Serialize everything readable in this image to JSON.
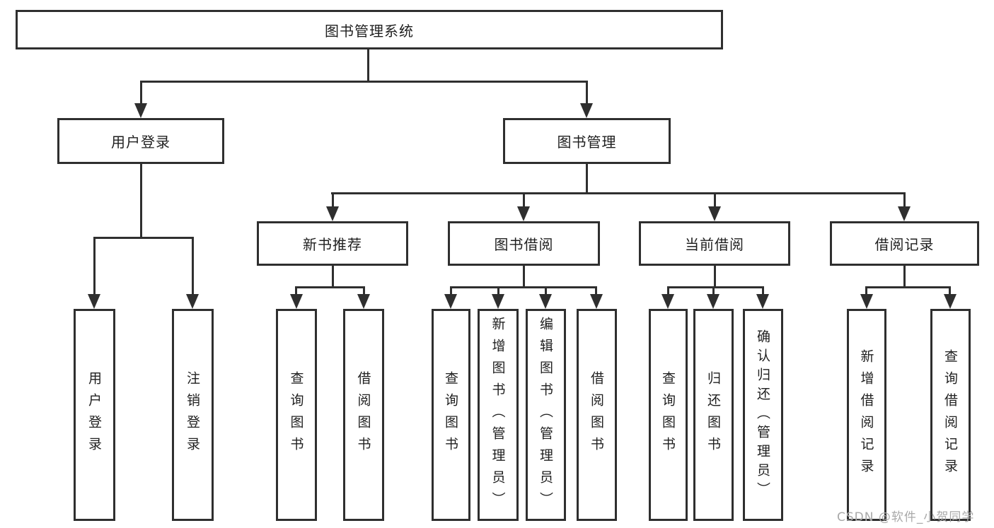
{
  "diagram": {
    "title": "图书管理系统",
    "branches": {
      "user_login": "用户登录",
      "book_mgmt": "图书管理"
    },
    "sections": {
      "new_book": "新书推荐",
      "book_borrow": "图书借阅",
      "current_borrow": "当前借阅",
      "borrow_record": "借阅记录"
    },
    "leaves": {
      "user_login": "用户登录",
      "logout": "注销登录",
      "nb_query": "查询图书",
      "nb_borrow": "借阅图书",
      "bb_query": "查询图书",
      "bb_add": "新增图书（管理员）",
      "bb_edit": "编辑图书（管理员）",
      "bb_borrow": "借阅图书",
      "cb_query": "查询图书",
      "cb_return": "归还图书",
      "cb_confirm": "确认归还（管理员）",
      "br_add": "新增借阅记录",
      "br_query": "查询借阅记录"
    }
  },
  "watermark": "CSDN @软件_小贺同学",
  "colors": {
    "line": "#2f2f2f",
    "border": "#2f2f2f",
    "text": "#1f1f1f",
    "watermark": "#a9a9a9",
    "background": "#ffffff"
  }
}
